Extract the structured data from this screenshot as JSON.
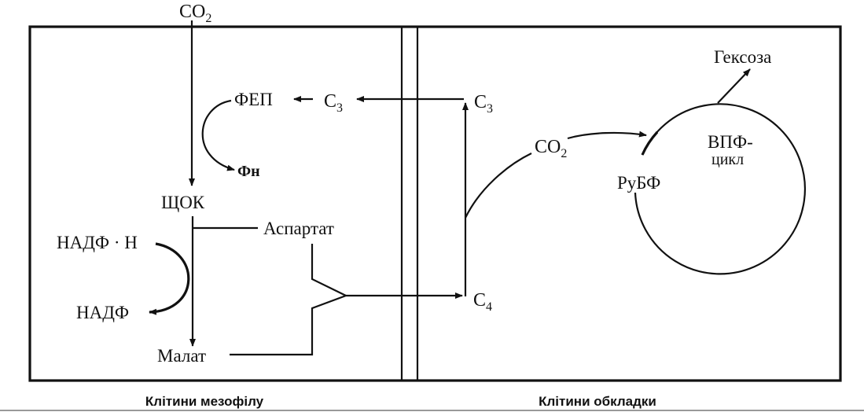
{
  "labels": {
    "co2_in": "CO",
    "co2_in_sub": "2",
    "fep": "ФЕП",
    "c3_left": "C",
    "c3_left_sub": "3",
    "fn": "Фн",
    "schok": "ЩОК",
    "aspartate": "Аспартат",
    "nadph": "НАДФ · Н",
    "nadp": "НАДФ",
    "malate": "Малат",
    "c3_right": "C",
    "c3_right_sub": "3",
    "c4": "C",
    "c4_sub": "4",
    "co2_bundle": "CO",
    "co2_bundle_sub": "2",
    "rubp": "РуБФ",
    "cycle_line1": "ВПФ-",
    "cycle_line2": "цикл",
    "hexose": "Гексоза"
  },
  "captions": {
    "mesophyll": "Клітини мезофілу",
    "bundle_sheath": "Клітини обкладки"
  }
}
